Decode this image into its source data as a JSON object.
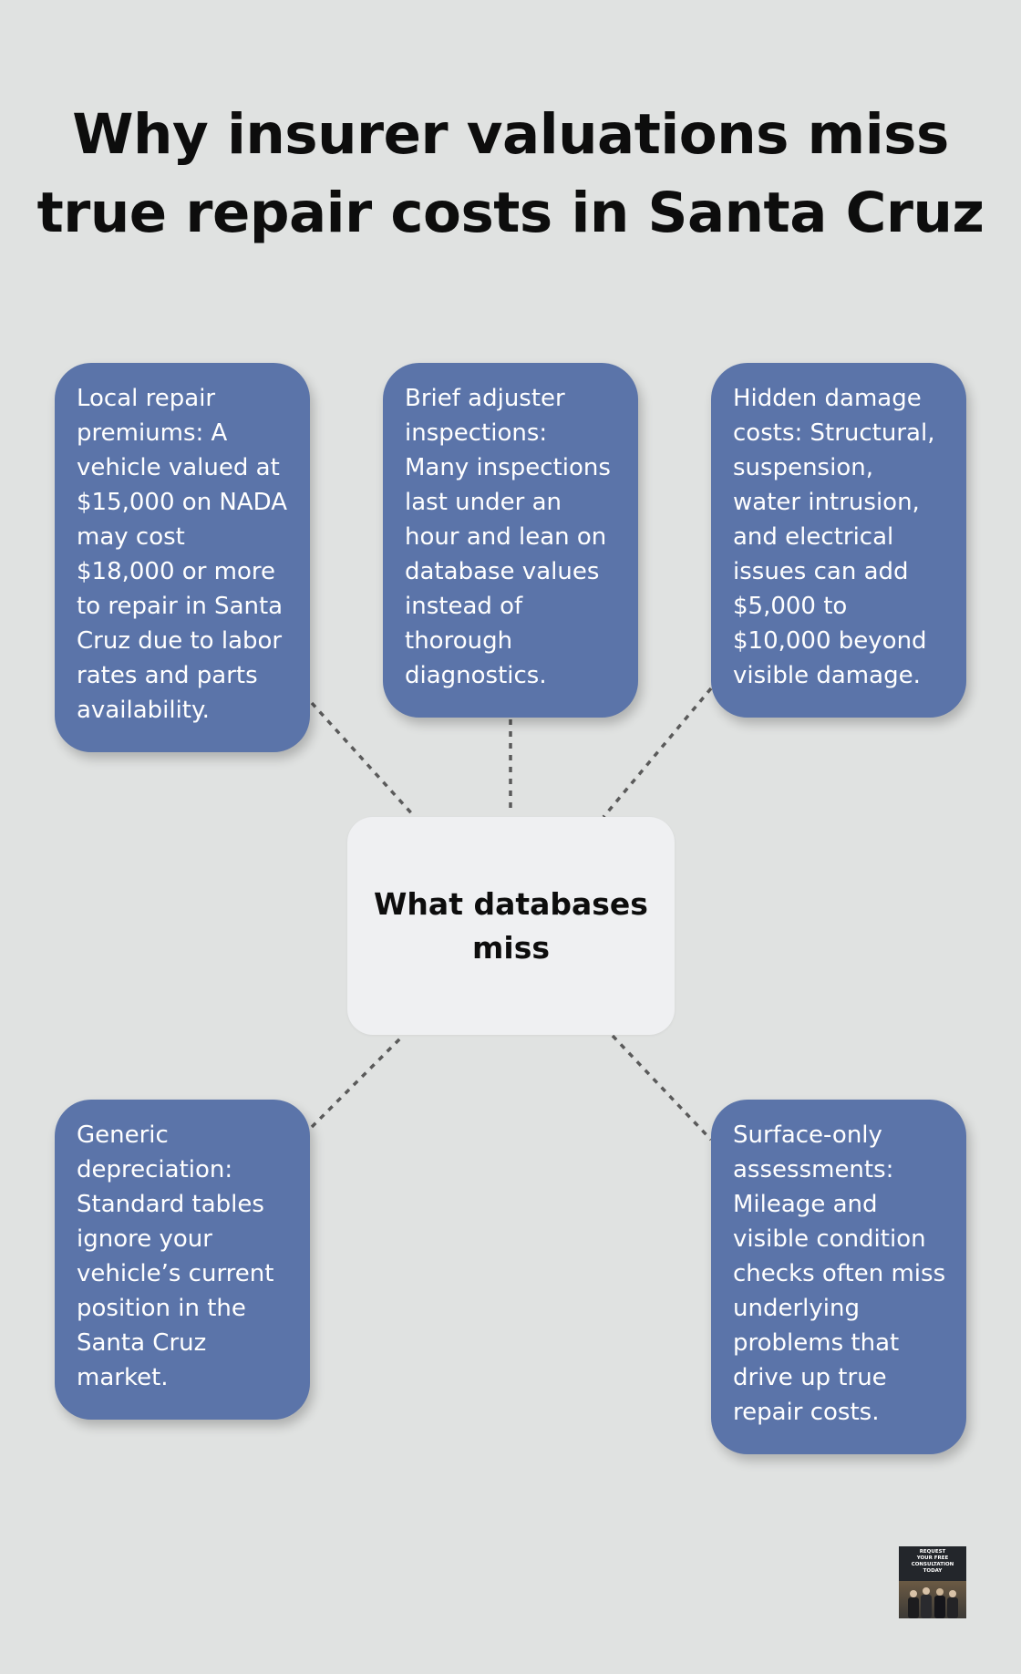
{
  "title": "Why insurer valuations miss true repair costs in Santa Cruz",
  "center": {
    "label": "What databases miss"
  },
  "nodes": [
    {
      "id": "local-repair-premiums",
      "text": "Local repair premiums: A vehicle valued at $15,000 on NADA may cost $18,000 or more to repair in Santa Cruz due to labor rates and parts availability."
    },
    {
      "id": "brief-adjuster-inspections",
      "text": "Brief adjuster inspections: Many inspections last under an hour and lean on database values instead of thorough diagnostics."
    },
    {
      "id": "hidden-damage-costs",
      "text": "Hidden damage costs: Structural, suspension, water intrusion, and electrical issues can add $5,000 to $10,000 beyond visible damage."
    },
    {
      "id": "generic-depreciation",
      "text": "Generic depreciation: Standard tables ignore your vehicle’s current position in the Santa Cruz market."
    },
    {
      "id": "surface-only-assessments",
      "text": "Surface-only assessments: Mileage and visible condition checks often miss underlying problems that drive up true repair costs."
    }
  ],
  "badge": {
    "text": "REQUEST\nYOUR FREE\nCONSULTATION\nTODAY"
  },
  "colors": {
    "background": "#e0e2e1",
    "card": "#5b74a9",
    "center": "#eff0f2",
    "connector": "#5a5a5a"
  }
}
